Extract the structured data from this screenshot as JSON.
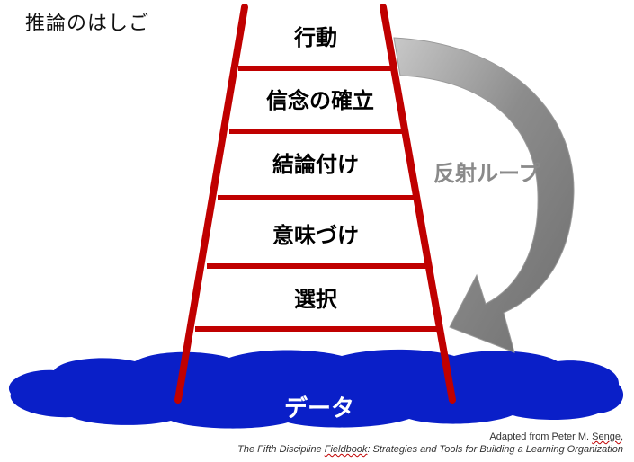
{
  "title": "推論のはしご",
  "rungs": [
    {
      "label": "行動"
    },
    {
      "label": "信念の確立"
    },
    {
      "label": "結論付け"
    },
    {
      "label": "意味づけ"
    },
    {
      "label": "選択"
    }
  ],
  "base": {
    "label": "データ"
  },
  "loop": {
    "label": "反射ループ"
  },
  "credit": {
    "line1_prefix": "Adapted from  Peter M. ",
    "line1_name": "Senge",
    "line1_suffix": ",",
    "line2_prefix": "The Fifth Discipline ",
    "line2_book": "Fieldbook",
    "line2_suffix": ": Strategies and Tools for Building a Learning Organization"
  },
  "colors": {
    "ladder": "#c00000",
    "puddle": "#0a1fc8",
    "arrow": "#7f7f7f",
    "arrow_light": "#bdbdbd"
  }
}
